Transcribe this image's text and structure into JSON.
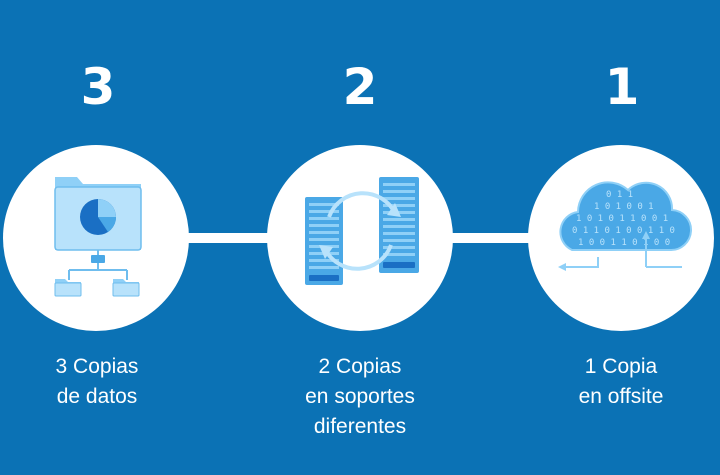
{
  "steps": [
    {
      "number": "3",
      "caption_line1": "3 Copias",
      "caption_line2": "de datos",
      "icon": "folder-network-icon"
    },
    {
      "number": "2",
      "caption_line1": "2 Copias",
      "caption_line2": "en soportes",
      "caption_line3": "diferentes",
      "icon": "servers-sync-icon"
    },
    {
      "number": "1",
      "caption_line1": "1 Copia",
      "caption_line2": "en offsite",
      "icon": "cloud-binary-icon"
    }
  ],
  "colors": {
    "background": "#0b72b5",
    "icon_light": "#8fd0f7",
    "icon_mid": "#4aa8e6",
    "icon_dark": "#1a6fc4"
  }
}
